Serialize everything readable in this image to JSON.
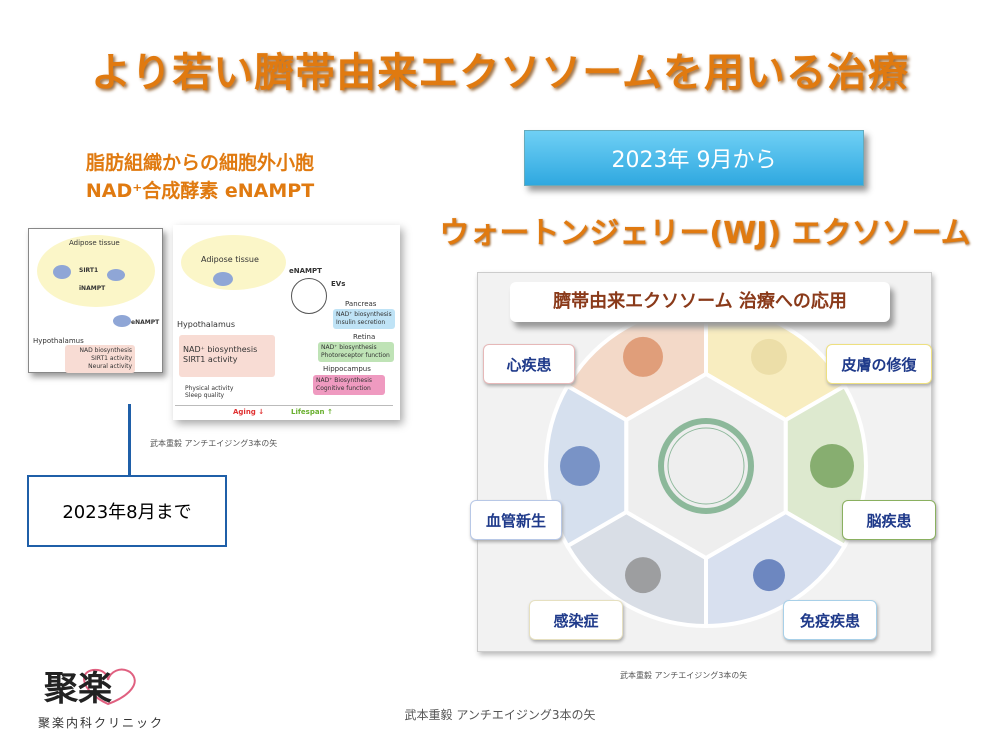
{
  "title": "より若い臍帯由来エクソソームを用いる治療",
  "left": {
    "caption_line1": "脂肪組織からの細胞外小胞",
    "caption_line2": "NAD⁺合成酵素 eNAMPT",
    "fig1": {
      "adipose": "Adipose tissue",
      "sirt1": "SIRT1",
      "inampt": "iNAMPT",
      "enampt": "eNAMPT",
      "hypothalamus": "Hypothalamus",
      "box": [
        "NAD biosynthesis",
        "SIRT1 activity",
        "Neural activity"
      ]
    },
    "fig2": {
      "adipose": "Adipose tissue",
      "enampt": "eNAMPT",
      "evs": "EVs",
      "pancreas": "Pancreas",
      "pancreas_box": [
        "NAD⁺ biosynthesis",
        "Insulin secretion"
      ],
      "retina": "Retina",
      "retina_box": [
        "NAD⁺ biosynthesis",
        "Photoreceptor function"
      ],
      "hippocampus": "Hippocampus",
      "hippo_box": [
        "NAD⁺ Biosynthesis",
        "Cognitive function"
      ],
      "hypothalamus": "Hypothalamus",
      "hypo_box": [
        "NAD⁺ biosynthesis",
        "SIRT1 activity"
      ],
      "physical": [
        "Physical activity",
        "Sleep quality"
      ],
      "aging": "Aging ↓",
      "lifespan": "Lifespan ↑"
    },
    "credit": "武本重毅 アンチエイジング3本の矢",
    "date": "2023年8月まで"
  },
  "right": {
    "date": "2023年 9月から",
    "heading": "ウォートンジェリー(WJ) エクソソーム",
    "panel_title": "臍帯由来エクソソーム 治療への応用",
    "labels": {
      "heart": "心疾患",
      "skin": "皮膚の修復",
      "brain": "脳疾患",
      "immune": "免疫疾患",
      "infection": "感染症",
      "angio": "血管新生"
    },
    "credit": "武本重毅 アンチエイジング3本の矢",
    "colors": {
      "heart": "#f3d9c8",
      "skin": "#f8edc0",
      "brain": "#dde9cf",
      "immune": "#d8e0ef",
      "infection": "#d9dee6",
      "angio": "#d6e0ee"
    }
  },
  "logo": {
    "mark": "聚楽",
    "name": "聚楽内科クリニック"
  },
  "footer": "武本重毅 アンチエイジング3本の矢"
}
